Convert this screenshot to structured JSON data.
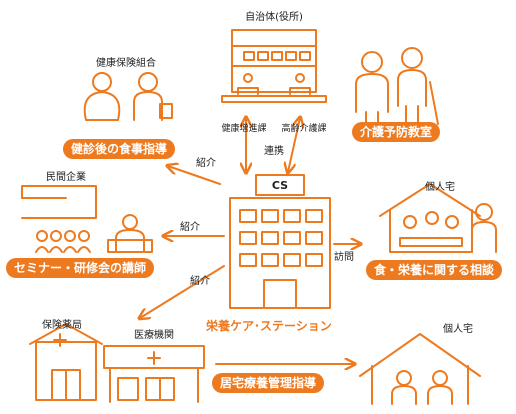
{
  "colors": {
    "accent": "#ee7a20",
    "text": "#222222"
  },
  "center": {
    "cs_label": "CS",
    "station_name": "栄養ケア･ステーション"
  },
  "nodes": {
    "municipality": {
      "title": "自治体(役所)",
      "dept_health": "健康増進課",
      "dept_elderly": "高齢介護課"
    },
    "insurance_union": {
      "title": "健康保険組合"
    },
    "private_company": {
      "title": "民間企業"
    },
    "home_top": {
      "title": "個人宅"
    },
    "pharmacy": {
      "title": "保険薬局"
    },
    "medical": {
      "title": "医療機関"
    },
    "home_bottom": {
      "title": "個人宅"
    }
  },
  "services": {
    "post_checkup": "健診後の食事指導",
    "care_prevention": "介護予防教室",
    "seminar": "セミナー・研修会の講師",
    "nutrition_consult": "食・栄養に関する相談",
    "home_care": "居宅療養管理指導"
  },
  "links": {
    "intro_1": "紹介",
    "intro_2": "紹介",
    "intro_3": "紹介",
    "cooperation": "連携",
    "visit": "訪問"
  },
  "icons": [
    "government-building-icon",
    "people-icon",
    "elderly-people-icon",
    "office-building-icon",
    "seminar-icon",
    "home-icon",
    "pharmacy-icon",
    "hospital-icon",
    "house-icon"
  ]
}
